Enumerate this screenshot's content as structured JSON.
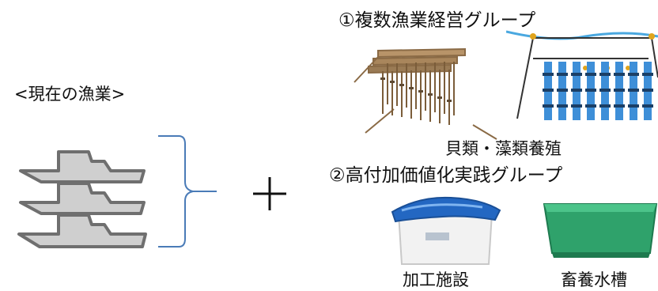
{
  "current_fishery": {
    "label": "<現在の漁業>"
  },
  "group1": {
    "title": "①複数漁業経営グループ",
    "caption": "貝類・藻類養殖"
  },
  "group2": {
    "title": "②高付加価値化実践グループ",
    "captions": [
      "加工施設",
      "畜養水槽"
    ]
  },
  "colors": {
    "boat_fill": "#cfcfcf",
    "boat_stroke": "#6f6f6f",
    "brace": "#4a7bb7",
    "rope": "#9a7b55",
    "buoy": "#3e8fd8",
    "tank_green": "#2fa26b",
    "tank_lid": "#2367c2"
  },
  "icons": [
    "fishing-boat-stack-icon",
    "plus-icon",
    "bracket-icon",
    "hanging-culture-rack-icon",
    "longline-culture-icon",
    "processing-facility-icon",
    "holding-tank-icon"
  ]
}
